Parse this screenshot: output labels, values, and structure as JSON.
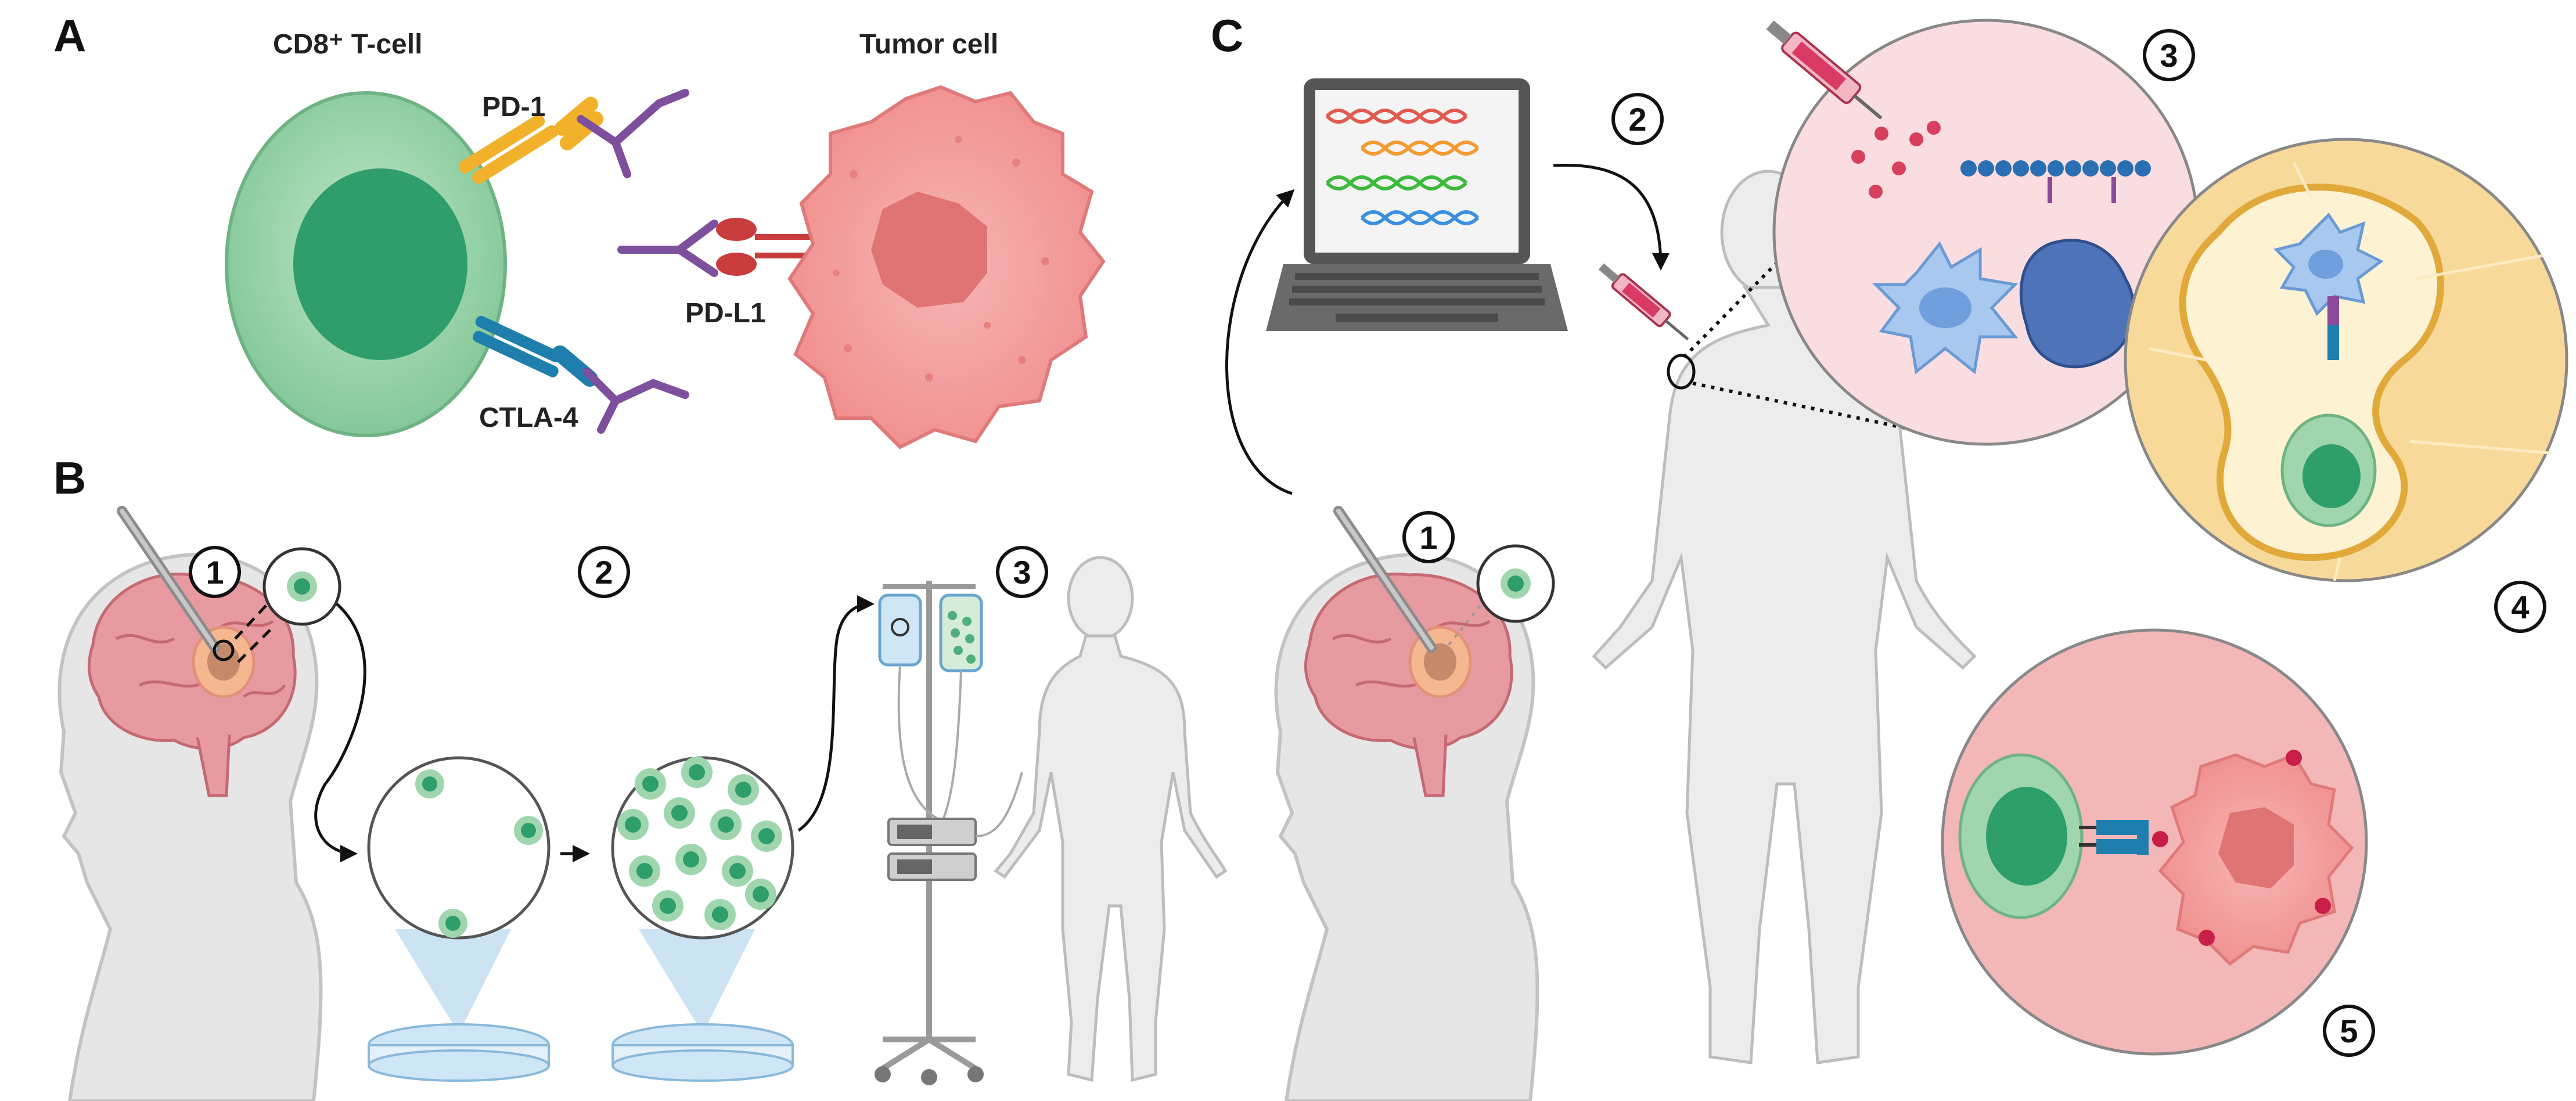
{
  "panels": {
    "a": {
      "letter": "A",
      "tcell_label": "CD8⁺ T-cell",
      "tumor_label": "Tumor cell",
      "pd1_label": "PD-1",
      "pdl1_label": "PD-L1",
      "ctla4_label": "CTLA-4"
    },
    "b": {
      "letter": "B",
      "steps": [
        "1",
        "2",
        "3"
      ]
    },
    "c": {
      "letter": "C",
      "steps": [
        "1",
        "2",
        "3",
        "4",
        "5"
      ]
    }
  },
  "colors": {
    "tcell_outer": "#9fd6ae",
    "tcell_inner": "#2e9e6b",
    "tumor": "#f5a3a3",
    "tumor_nucleus": "#e07474",
    "pd1": "#f2b12b",
    "ctla4": "#1e7fae",
    "antibody": "#7d4f9c",
    "pdl1": "#c83c3c",
    "brain": "#e79a9f",
    "syringe": "#d93b64",
    "dendritic": "#7fb2e6",
    "zoom3_bg": "#f9dde0",
    "zoom4_bg": "#f7d99a",
    "zoom5_bg": "#f3b7b7"
  },
  "icons": [
    "syringe-icon",
    "laptop-icon",
    "iv-bag-icon",
    "infusion-pump-icon",
    "petri-dish-icon",
    "brain-icon",
    "dna-icon"
  ]
}
